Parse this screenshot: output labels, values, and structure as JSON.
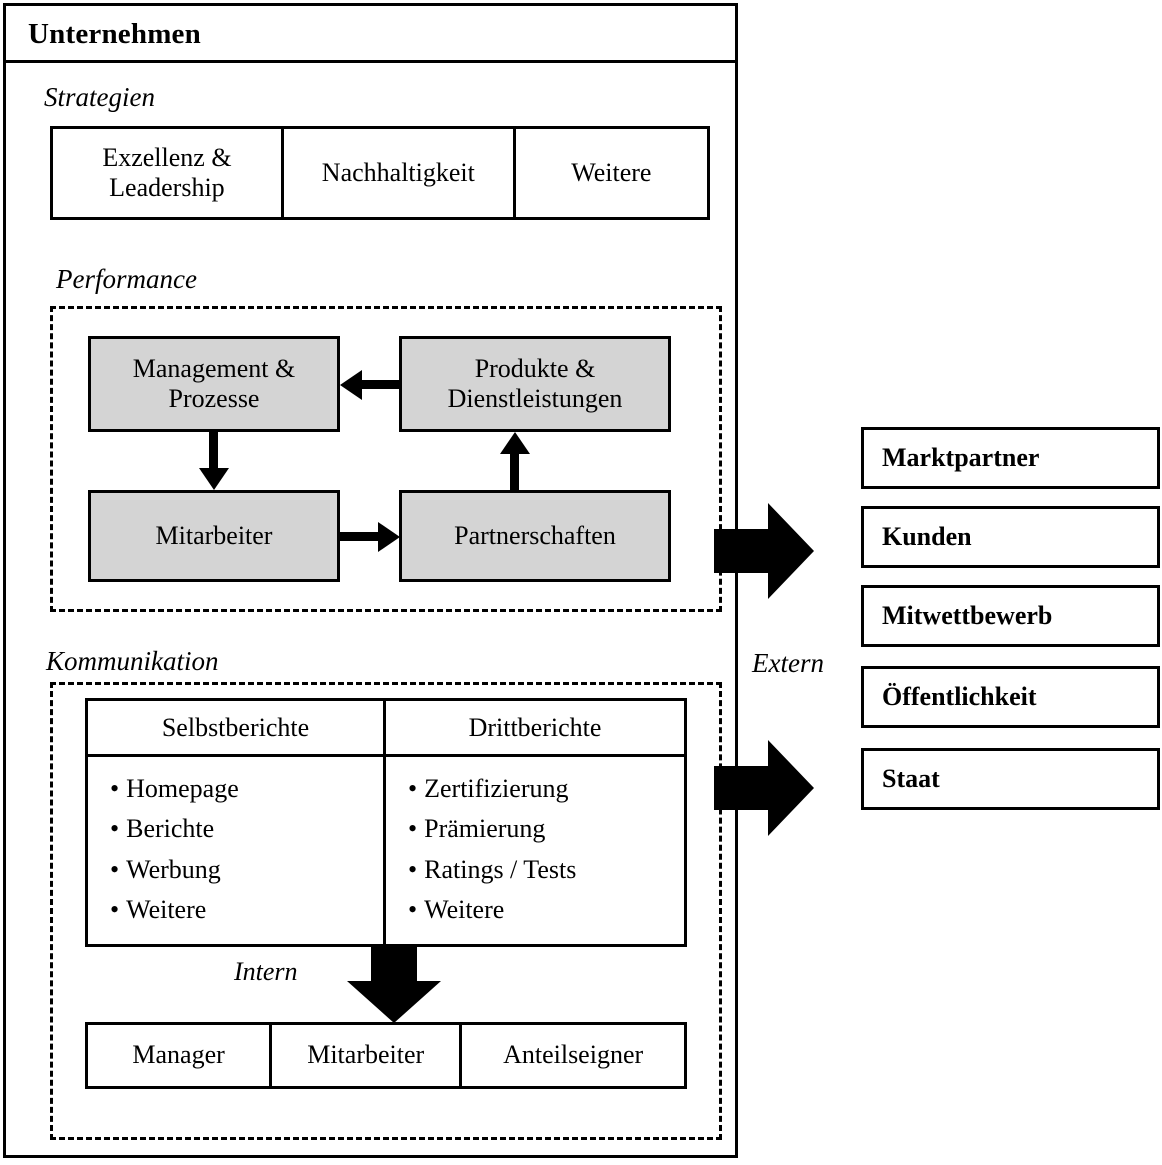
{
  "company": {
    "title": "Unternehmen"
  },
  "sections": {
    "strategien": {
      "label": "Strategien",
      "cells": [
        "Exzellenz &\nLeadership",
        "Nachhaltigkeit",
        "Weitere"
      ]
    },
    "performance": {
      "label": "Performance",
      "boxes": {
        "management": "Management  &\nProzesse",
        "produkte": "Produkte &\nDienstleistungen",
        "mitarbeiter": "Mitarbeiter",
        "partnerschaften": "Partnerschaften"
      },
      "flow": [
        {
          "from": "produkte",
          "to": "management",
          "direction": "left"
        },
        {
          "from": "management",
          "to": "mitarbeiter",
          "direction": "down"
        },
        {
          "from": "mitarbeiter",
          "to": "partnerschaften",
          "direction": "right"
        },
        {
          "from": "partnerschaften",
          "to": "produkte",
          "direction": "up"
        }
      ]
    },
    "kommunikation": {
      "label": "Kommunikation",
      "columns": [
        {
          "header": "Selbstberichte",
          "items": [
            "Homepage",
            "Berichte",
            "Werbung",
            "Weitere"
          ]
        },
        {
          "header": "Drittberichte",
          "items": [
            "Zertifizierung",
            "Prämierung",
            "Ratings  / Tests",
            "Weitere"
          ]
        }
      ],
      "internal_label": "Intern",
      "internal_audience": [
        "Manager",
        "Mitarbeiter",
        "Anteilseigner"
      ]
    }
  },
  "external": {
    "label": "Extern",
    "stakeholders": [
      "Marktpartner",
      "Kunden",
      "Mitwettbewerb",
      "Öffentlichkeit",
      "Staat"
    ]
  },
  "bullet_glyph": "•",
  "colors": {
    "line": "#000000",
    "process_fill": "#d4d4d4",
    "background": "#ffffff"
  }
}
